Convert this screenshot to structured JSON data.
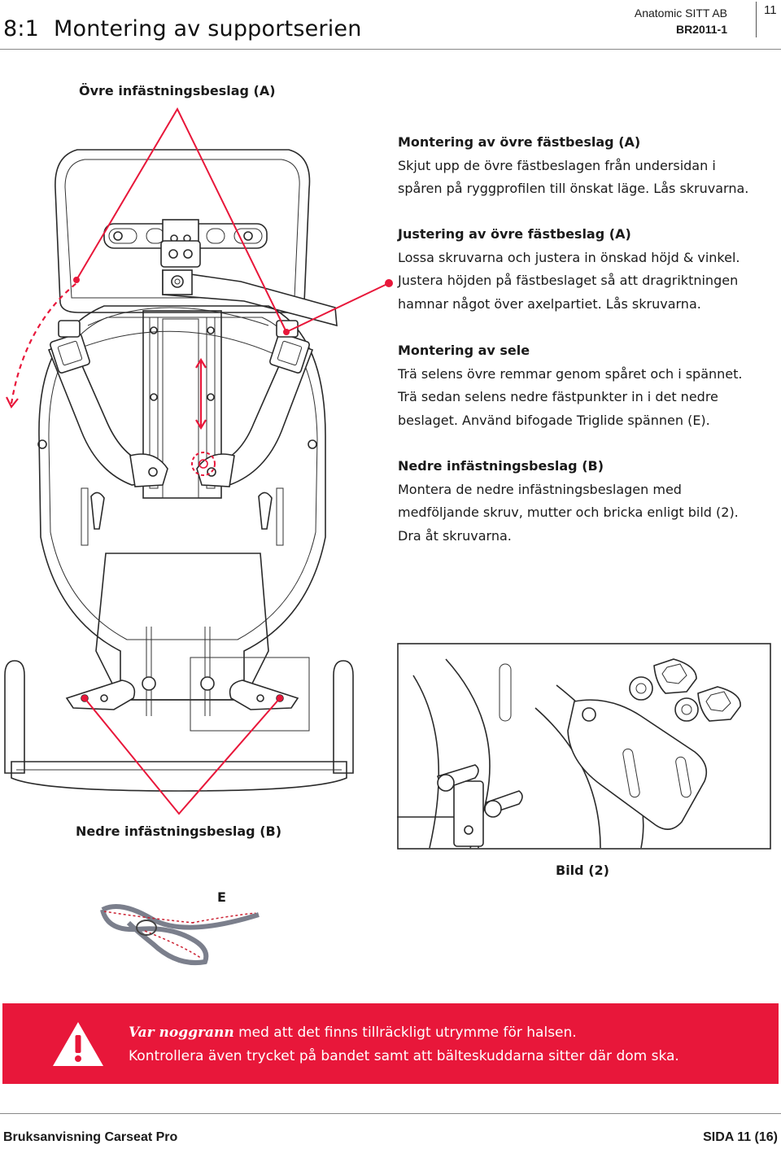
{
  "header": {
    "section_number": "8:1",
    "title": "Montering av supportserien",
    "company": "Anatomic SITT AB",
    "doc_code": "BR2011-1",
    "page_number": "11"
  },
  "figure_labels": {
    "upper_bracket": "Övre infästningsbeslag (A)",
    "lower_bracket": "Nedre infästningsbeslag (B)",
    "picture_2": "Bild (2)",
    "buckle_e": "E"
  },
  "instructions": [
    {
      "heading": "Montering av övre fästbeslag (A)",
      "body": "Skjut upp de övre fästbeslagen från undersidan i\nspåren på ryggprofilen till önskat läge. Lås skruvarna."
    },
    {
      "heading": "Justering av övre fästbeslag (A)",
      "body": "Lossa skruvarna och justera in önskad höjd & vinkel.\nJustera höjden på fästbeslaget så att dragriktningen\nhamnar något över axelpartiet. Lås skruvarna."
    },
    {
      "heading": "Montering av sele",
      "body": "Trä selens övre remmar genom spåret och i spännet.\nTrä sedan selens nedre fästpunkter in i det nedre\nbeslaget. Använd bifogade Triglide spännen (E)."
    },
    {
      "heading": "Nedre infästningsbeslag (B)",
      "body": "Montera de nedre infästningsbeslagen med\nmedföljande skruv, mutter och bricka enligt bild (2).\nDra åt skruvarna."
    }
  ],
  "warning": {
    "icon": "warning-triangle-icon",
    "emphasis": "Var noggrann",
    "line1_rest": " med att det finns tillräckligt utrymme för halsen.",
    "line2": "Kontrollera även trycket på bandet samt att bälteskuddarna sitter där dom ska.",
    "color": "#e8173a"
  },
  "footer": {
    "left": "Bruksanvisning Carseat Pro",
    "right": "SIDA 11 (16)"
  },
  "colors": {
    "accent_red": "#e8173a",
    "line_art": "#2a2a2a"
  }
}
